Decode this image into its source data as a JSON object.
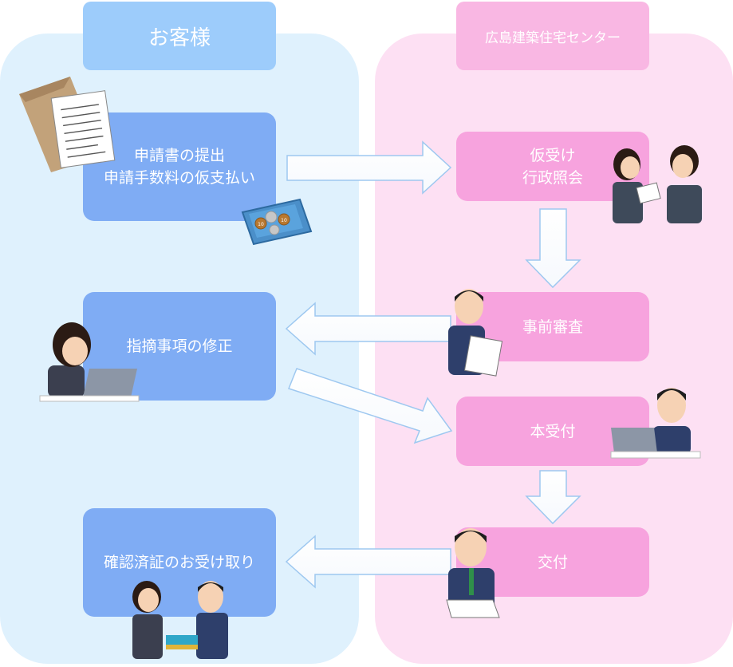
{
  "lanes": {
    "customer": "お客様",
    "center": "広島建築住宅センター"
  },
  "steps": {
    "submit_line1": "申請書の提出",
    "submit_line2": "申請手数料の仮支払い",
    "fix": "指摘事項の修正",
    "receive": "確認済証のお受け取り",
    "provisional_line1": "仮受け",
    "provisional_line2": "行政照会",
    "pre_review": "事前審査",
    "acceptance": "本受付",
    "issue": "交付"
  },
  "coin_labels": {
    "ten": "10"
  },
  "colors": {
    "customer_lane": "#dff1fd",
    "center_lane": "#fde0f3",
    "customer_box": "#7facf4",
    "center_box": "#f7a3de",
    "arrow_stroke": "#9ec8f0"
  }
}
